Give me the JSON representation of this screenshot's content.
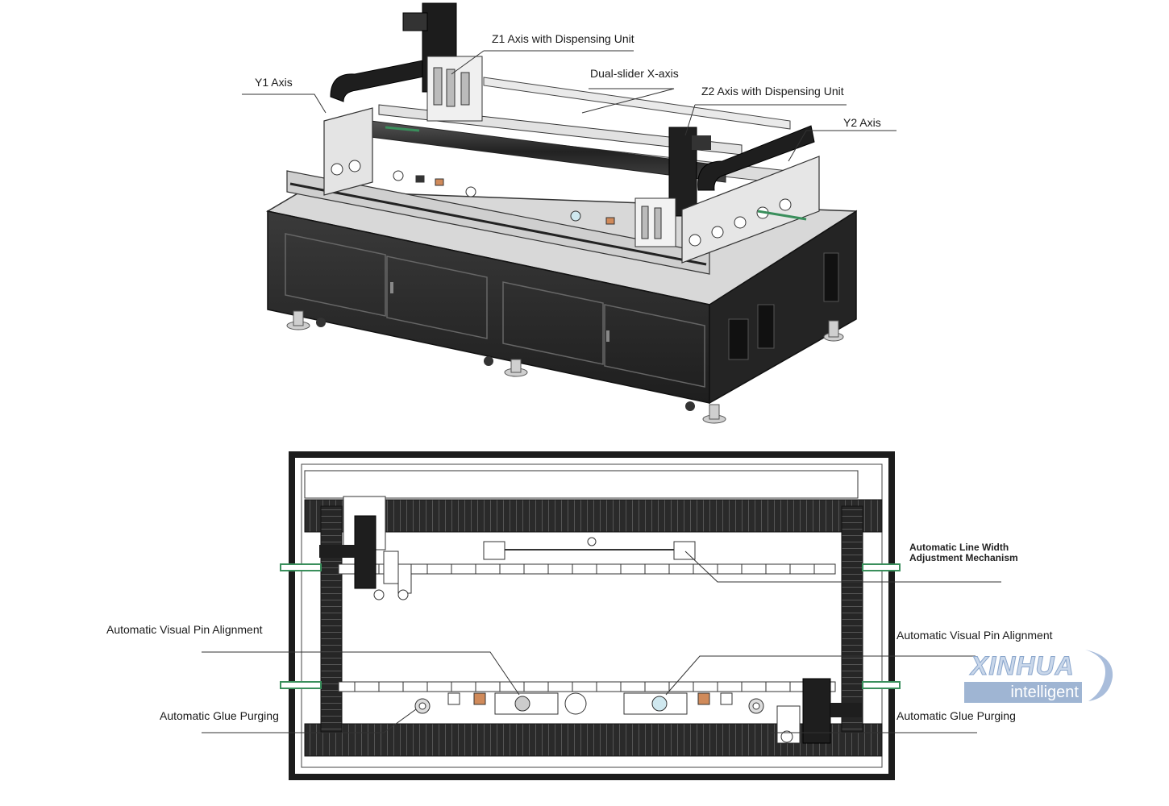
{
  "labels": {
    "z1_axis": "Z1 Axis with Dispensing Unit",
    "y1_axis": "Y1 Axis",
    "dual_slider": "Dual-slider X-axis",
    "z2_axis": "Z2 Axis with Dispensing Unit",
    "y2_axis": "Y2 Axis",
    "line_width_1": "Automatic Line Width",
    "line_width_2": "Adjustment Mechanism",
    "pin_left": "Automatic Visual Pin Alignment",
    "pin_right": "Automatic Visual Pin Alignment",
    "glue_left": "Automatic Glue Purging",
    "glue_right": "Automatic Glue Purging"
  },
  "logo": {
    "brand": "XINHUA",
    "sub": "intelligent"
  },
  "colors": {
    "cabinet": "#2b2b2b",
    "frame": "#1c1c1c",
    "metal": "#e6e6e6",
    "accent_green": "#3a8f5c",
    "logo_blue": "#9fb5d3"
  }
}
